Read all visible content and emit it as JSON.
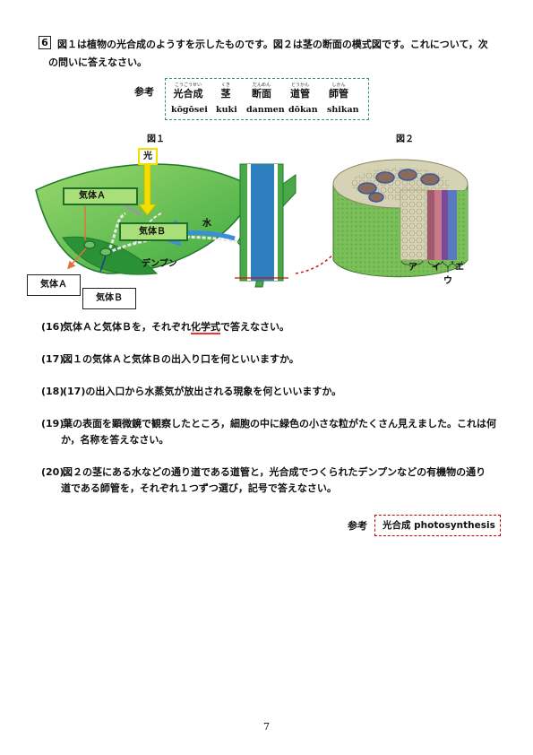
{
  "question_number": "6",
  "intro": {
    "line1": "図１は植物の光合成のようすを示したものです。図２は茎の断面の模式図です。これについて，次",
    "line2": "の問いに答えなさい。"
  },
  "reference1": {
    "label": "参考",
    "words": [
      {
        "kanji": "光合成",
        "ruby": "こうごうせい",
        "romaji": "kōgōsei"
      },
      {
        "kanji": "茎",
        "ruby": "くき",
        "romaji": "kuki"
      },
      {
        "kanji": "断面",
        "ruby": "だんめん",
        "romaji": "danmen"
      },
      {
        "kanji": "道管",
        "ruby": "どうかん",
        "romaji": "dōkan"
      },
      {
        "kanji": "師管",
        "ruby": "しかん",
        "romaji": "shikan"
      }
    ]
  },
  "figure1": {
    "title": "図１",
    "light": "光",
    "gas_a": "気体Ａ",
    "gas_b": "気体Ｂ",
    "water": "水",
    "starch": "デンプン",
    "callout_a": "気体Ａ",
    "callout_b": "気体Ｂ"
  },
  "figure2": {
    "title": "図２",
    "labels": {
      "a": "ア",
      "i": "イ",
      "e": "エ",
      "u": "ウ"
    }
  },
  "questions": [
    {
      "num": "(16)",
      "pre": "気体Ａと気体Ｂを，それぞれ",
      "underlined": "化学式",
      "post": "で答えなさい。"
    },
    {
      "num": "(17)",
      "text": "図１の気体Ａと気体Ｂの出入り口を何といいますか。"
    },
    {
      "num": "(18)",
      "text": "(17)の出入口から水蒸気が放出される現象を何といいますか。"
    },
    {
      "num": "(19)",
      "line1": "葉の表面を顕微鏡で観察したところ，細胞の中に緑色の小さな粒がたくさん見えました。これは何",
      "line2": "か，名称を答えなさい。"
    },
    {
      "num": "(20)",
      "line1": "図２の茎にある水などの通り道である道管と，光合成でつくられたデンプンなどの有機物の通り",
      "line2": "道である師管を，それぞれ１つずつ選び，記号で答えなさい。"
    }
  ],
  "reference2": {
    "label": "参考",
    "text": "光合成 photosynthesis"
  },
  "page_number": "7",
  "colors": {
    "leaf_dark": "#2e9b3b",
    "leaf_light": "#8fd46a",
    "water_arrow": "#3a8fd6",
    "gas_box_border": "#1f6e2a",
    "light_arrow": "#f2df00",
    "dashed_red": "#cc1111",
    "ref_border": "#2e9a57"
  }
}
